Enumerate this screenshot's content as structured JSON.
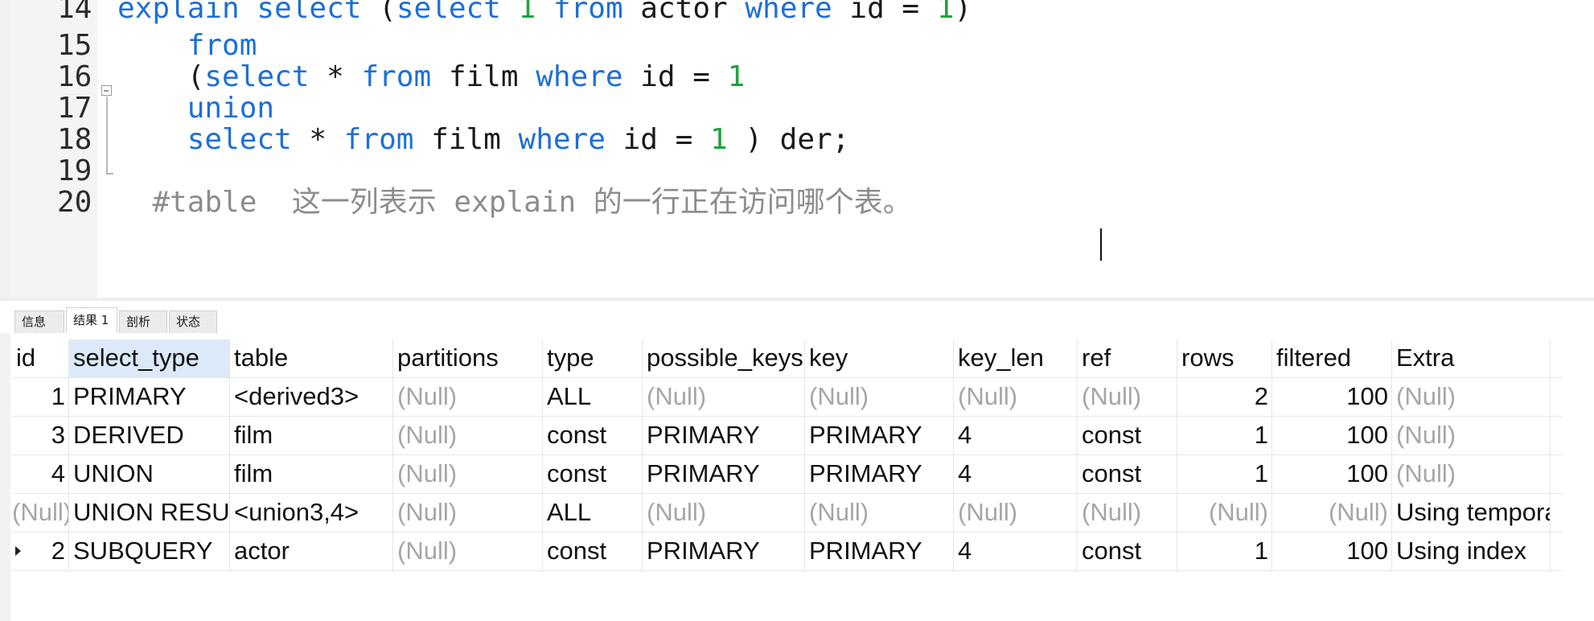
{
  "editor": {
    "lines": [
      {
        "num": "14",
        "tokens": [
          {
            "t": "explain",
            "c": "kw"
          },
          {
            "t": " ",
            "c": ""
          },
          {
            "t": "select",
            "c": "kw"
          },
          {
            "t": " (",
            "c": ""
          },
          {
            "t": "select",
            "c": "kw"
          },
          {
            "t": " ",
            "c": ""
          },
          {
            "t": "1",
            "c": "num"
          },
          {
            "t": " ",
            "c": ""
          },
          {
            "t": "from",
            "c": "kw"
          },
          {
            "t": " actor ",
            "c": ""
          },
          {
            "t": "where",
            "c": "kw"
          },
          {
            "t": " id = ",
            "c": ""
          },
          {
            "t": "1",
            "c": "num"
          },
          {
            "t": ")",
            "c": ""
          }
        ]
      },
      {
        "num": "15",
        "tokens": [
          {
            "t": "    ",
            "c": ""
          },
          {
            "t": "from",
            "c": "kw"
          }
        ]
      },
      {
        "num": "16",
        "tokens": [
          {
            "t": "    (",
            "c": ""
          },
          {
            "t": "select",
            "c": "kw"
          },
          {
            "t": " * ",
            "c": ""
          },
          {
            "t": "from",
            "c": "kw"
          },
          {
            "t": " film ",
            "c": ""
          },
          {
            "t": "where",
            "c": "kw"
          },
          {
            "t": " id = ",
            "c": ""
          },
          {
            "t": "1",
            "c": "num"
          }
        ]
      },
      {
        "num": "17",
        "tokens": [
          {
            "t": "    ",
            "c": ""
          },
          {
            "t": "union",
            "c": "kw"
          }
        ]
      },
      {
        "num": "18",
        "tokens": [
          {
            "t": "    ",
            "c": ""
          },
          {
            "t": "select",
            "c": "kw"
          },
          {
            "t": " * ",
            "c": ""
          },
          {
            "t": "from",
            "c": "kw"
          },
          {
            "t": " film ",
            "c": ""
          },
          {
            "t": "where",
            "c": "kw"
          },
          {
            "t": " id = ",
            "c": ""
          },
          {
            "t": "1",
            "c": "num"
          },
          {
            "t": " ) der;",
            "c": ""
          }
        ]
      },
      {
        "num": "19",
        "tokens": []
      },
      {
        "num": "20",
        "tokens": [
          {
            "t": "  #table  这一列表示 explain 的一行正在访问哪个表。",
            "c": "cm"
          }
        ]
      }
    ]
  },
  "tabs": [
    {
      "label": "信息",
      "active": false
    },
    {
      "label": "结果 1",
      "active": true
    },
    {
      "label": "剖析",
      "active": false
    },
    {
      "label": "状态",
      "active": false
    }
  ],
  "grid": {
    "columns": [
      "id",
      "select_type",
      "table",
      "partitions",
      "type",
      "possible_keys",
      "key",
      "key_len",
      "ref",
      "rows",
      "filtered",
      "Extra"
    ],
    "rows": [
      [
        "1",
        "PRIMARY",
        "<derived3>",
        "(Null)",
        "ALL",
        "(Null)",
        "(Null)",
        "(Null)",
        "(Null)",
        "2",
        "100",
        "(Null)"
      ],
      [
        "3",
        "DERIVED",
        "film",
        "(Null)",
        "const",
        "PRIMARY",
        "PRIMARY",
        "4",
        "const",
        "1",
        "100",
        "(Null)"
      ],
      [
        "4",
        "UNION",
        "film",
        "(Null)",
        "const",
        "PRIMARY",
        "PRIMARY",
        "4",
        "const",
        "1",
        "100",
        "(Null)"
      ],
      [
        "(Null)",
        "UNION RESULT",
        "<union3,4>",
        "(Null)",
        "ALL",
        "(Null)",
        "(Null)",
        "(Null)",
        "(Null)",
        "(Null)",
        "(Null)",
        "Using temporary"
      ],
      [
        "2",
        "SUBQUERY",
        "actor",
        "(Null)",
        "const",
        "PRIMARY",
        "PRIMARY",
        "4",
        "const",
        "1",
        "100",
        "Using index"
      ]
    ],
    "current_row": 4,
    "selected_column": 1
  },
  "colors": {
    "keyword": "#1d6fd6",
    "number": "#1ea33a",
    "comment": "#8c8c8c",
    "null": "#a6a6a6",
    "header_selected": "#dbe9f8"
  }
}
